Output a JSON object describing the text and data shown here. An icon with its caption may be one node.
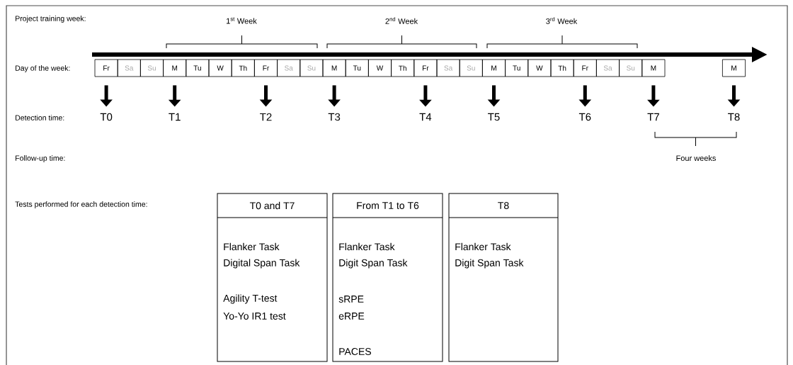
{
  "diagram": {
    "nodes": [
      {
        "text": [
          "Fr"
        ]
      },
      {
        "text": [
          "Sa"
        ]
      },
      {
        "text": [
          "Su"
        ]
      },
      {
        "text": [
          "M"
        ]
      },
      {
        "text": [
          "Tu"
        ]
      },
      {
        "text": [
          "W"
        ]
      },
      {
        "text": [
          "Th"
        ]
      },
      {
        "text": [
          "Fr"
        ]
      },
      {
        "text": [
          "Sa"
        ]
      },
      {
        "text": [
          "Su"
        ]
      },
      {
        "text": [
          "M"
        ]
      },
      {
        "text": [
          "Tu"
        ]
      },
      {
        "text": [
          "W"
        ]
      },
      {
        "text": [
          "Th"
        ]
      },
      {
        "text": [
          "Fr"
        ]
      },
      {
        "text": [
          "Sa"
        ]
      },
      {
        "text": [
          "Su"
        ]
      },
      {
        "text": [
          "M"
        ]
      },
      {
        "text": [
          "Tu"
        ]
      },
      {
        "text": [
          "W"
        ]
      },
      {
        "text": [
          "Th"
        ]
      },
      {
        "text": [
          "Fr"
        ]
      },
      {
        "text": [
          "Sa"
        ]
      },
      {
        "text": [
          "Su"
        ]
      },
      {
        "text": [
          "M"
        ]
      },
      {
        "text": [
          "M"
        ]
      },
      {
        "text": [
          "T0"
        ]
      },
      {
        "text": [
          "T1"
        ]
      },
      {
        "text": [
          "T2"
        ]
      },
      {
        "text": [
          "T3"
        ]
      },
      {
        "text": [
          "T4"
        ]
      },
      {
        "text": [
          "T5"
        ]
      },
      {
        "text": [
          "T6"
        ]
      },
      {
        "text": [
          "T7"
        ]
      },
      {
        "text": [
          "T8"
        ]
      },
      {
        "text": [
          "T0 and T7",
          "Flanker Task",
          "Digital Span Task",
          "Agility T-test",
          "Yo-Yo IR1 test"
        ]
      },
      {
        "text": [
          "From T1 to T6",
          "Flanker Task",
          "Digit Span Task",
          "sRPE",
          "eRPE",
          "PACES"
        ]
      },
      {
        "text": [
          "T8",
          "Flanker Task",
          "Digit Span Task"
        ]
      }
    ],
    "edges": [
      {
        "from": 0,
        "to": 26,
        "arrow": "to"
      },
      {
        "from": 3,
        "to": 27,
        "arrow": "to"
      },
      {
        "from": 7,
        "to": 28,
        "arrow": "to"
      },
      {
        "from": 10,
        "to": 29,
        "arrow": "to"
      },
      {
        "from": 14,
        "to": 30,
        "arrow": "to"
      },
      {
        "from": 17,
        "to": 31,
        "arrow": "to"
      },
      {
        "from": 21,
        "to": 32,
        "arrow": "to"
      },
      {
        "from": 24,
        "to": 33,
        "arrow": "to"
      },
      {
        "from": 25,
        "to": 34,
        "arrow": "to"
      }
    ],
    "labels": [
      "Project training week:",
      "1$^{st}$ Week",
      "2$^{nd}$ Week",
      "3$^{rd}$ Week",
      "Day of the week:",
      "Detection time:",
      "Follow-up time:",
      "Four weeks",
      "Tests performed for each detection time:"
    ]
  }
}
